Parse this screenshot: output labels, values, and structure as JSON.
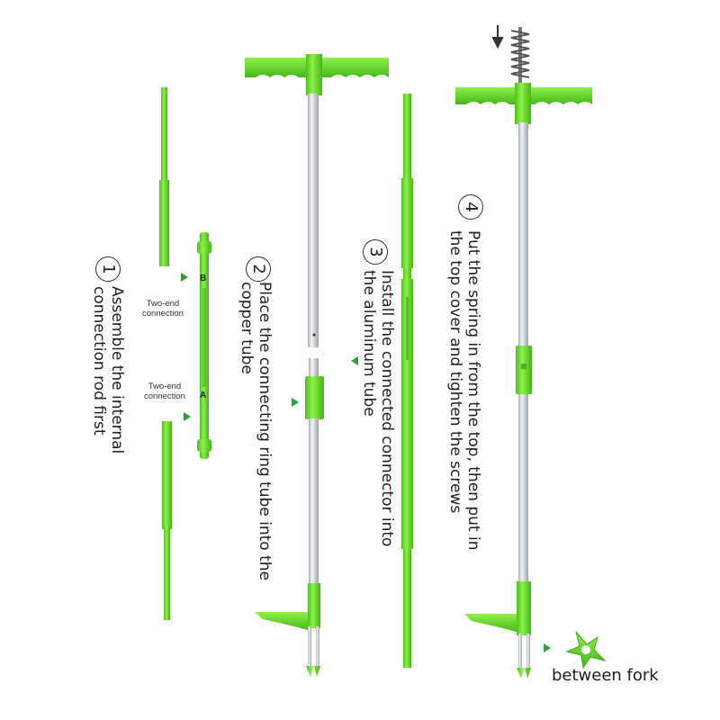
{
  "colors": {
    "green": "#6DDB2A",
    "dark_green": "#3CA81A",
    "silver": "#C9CDD1",
    "arrow": "#2E9E3E"
  },
  "steps": [
    {
      "number": "1",
      "line1": "Assemble the internal",
      "line2": "connection rod first"
    },
    {
      "number": "2",
      "line1": "Place the connecting ring tube into the",
      "line2": "copper tube"
    },
    {
      "number": "3",
      "line1": "Install the connected connector into",
      "line2": "the aluminum tube"
    },
    {
      "number": "4",
      "line1": "Put the spring in from the top, then put in",
      "line2": "the top cover and tighten the screws"
    }
  ],
  "labels": {
    "connection_top": "Two-end connection",
    "connection_bottom": "Two-end connection",
    "letter_b": "B",
    "letter_a": "A",
    "between_fork": "between fork"
  },
  "icons": [
    "arrow-right-icon",
    "arrow-up-icon",
    "arrow-down-icon",
    "spring-icon",
    "fork-clip-icon"
  ]
}
